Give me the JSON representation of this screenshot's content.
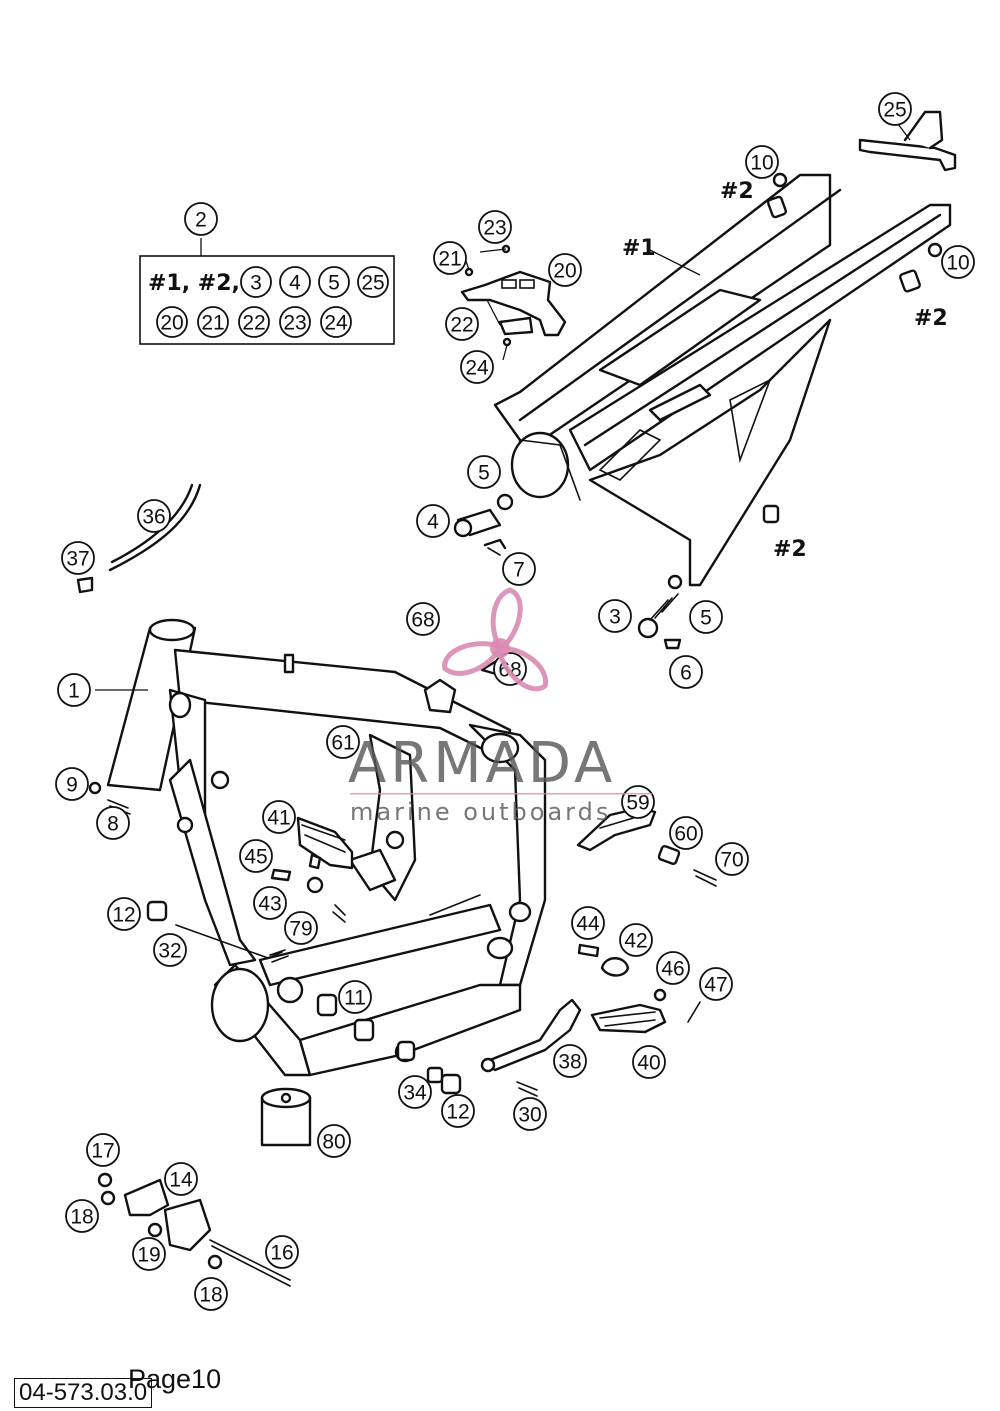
{
  "kit": {
    "number": "2",
    "line1_hash": "#1, #2,",
    "line1_circles": [
      "3",
      "4",
      "5",
      "25"
    ],
    "line2_circles": [
      "20",
      "21",
      "22",
      "23",
      "24"
    ]
  },
  "callouts": [
    {
      "label": "1"
    },
    {
      "label": "2"
    },
    {
      "label": "3"
    },
    {
      "label": "4"
    },
    {
      "label": "5"
    },
    {
      "label": "5"
    },
    {
      "label": "6"
    },
    {
      "label": "7"
    },
    {
      "label": "8"
    },
    {
      "label": "9"
    },
    {
      "label": "10"
    },
    {
      "label": "10"
    },
    {
      "label": "11"
    },
    {
      "label": "12"
    },
    {
      "label": "12"
    },
    {
      "label": "14"
    },
    {
      "label": "16"
    },
    {
      "label": "17"
    },
    {
      "label": "18"
    },
    {
      "label": "18"
    },
    {
      "label": "19"
    },
    {
      "label": "20"
    },
    {
      "label": "21"
    },
    {
      "label": "22"
    },
    {
      "label": "23"
    },
    {
      "label": "24"
    },
    {
      "label": "25"
    },
    {
      "label": "30"
    },
    {
      "label": "32"
    },
    {
      "label": "34"
    },
    {
      "label": "36"
    },
    {
      "label": "37"
    },
    {
      "label": "38"
    },
    {
      "label": "40"
    },
    {
      "label": "41"
    },
    {
      "label": "42"
    },
    {
      "label": "43"
    },
    {
      "label": "44"
    },
    {
      "label": "45"
    },
    {
      "label": "46"
    },
    {
      "label": "47"
    },
    {
      "label": "59"
    },
    {
      "label": "60"
    },
    {
      "label": "61"
    },
    {
      "label": "68"
    },
    {
      "label": "68"
    },
    {
      "label": "70"
    },
    {
      "label": "79"
    },
    {
      "label": "80"
    }
  ],
  "hash_labels": [
    "#1",
    "#2",
    "#2",
    "#2"
  ],
  "watermark": {
    "title": "ARMADA",
    "subtitle": "marine outboards",
    "logo_color": "#d98bb3"
  },
  "footer": {
    "code": "04-573.03.0",
    "page": "Page10"
  }
}
